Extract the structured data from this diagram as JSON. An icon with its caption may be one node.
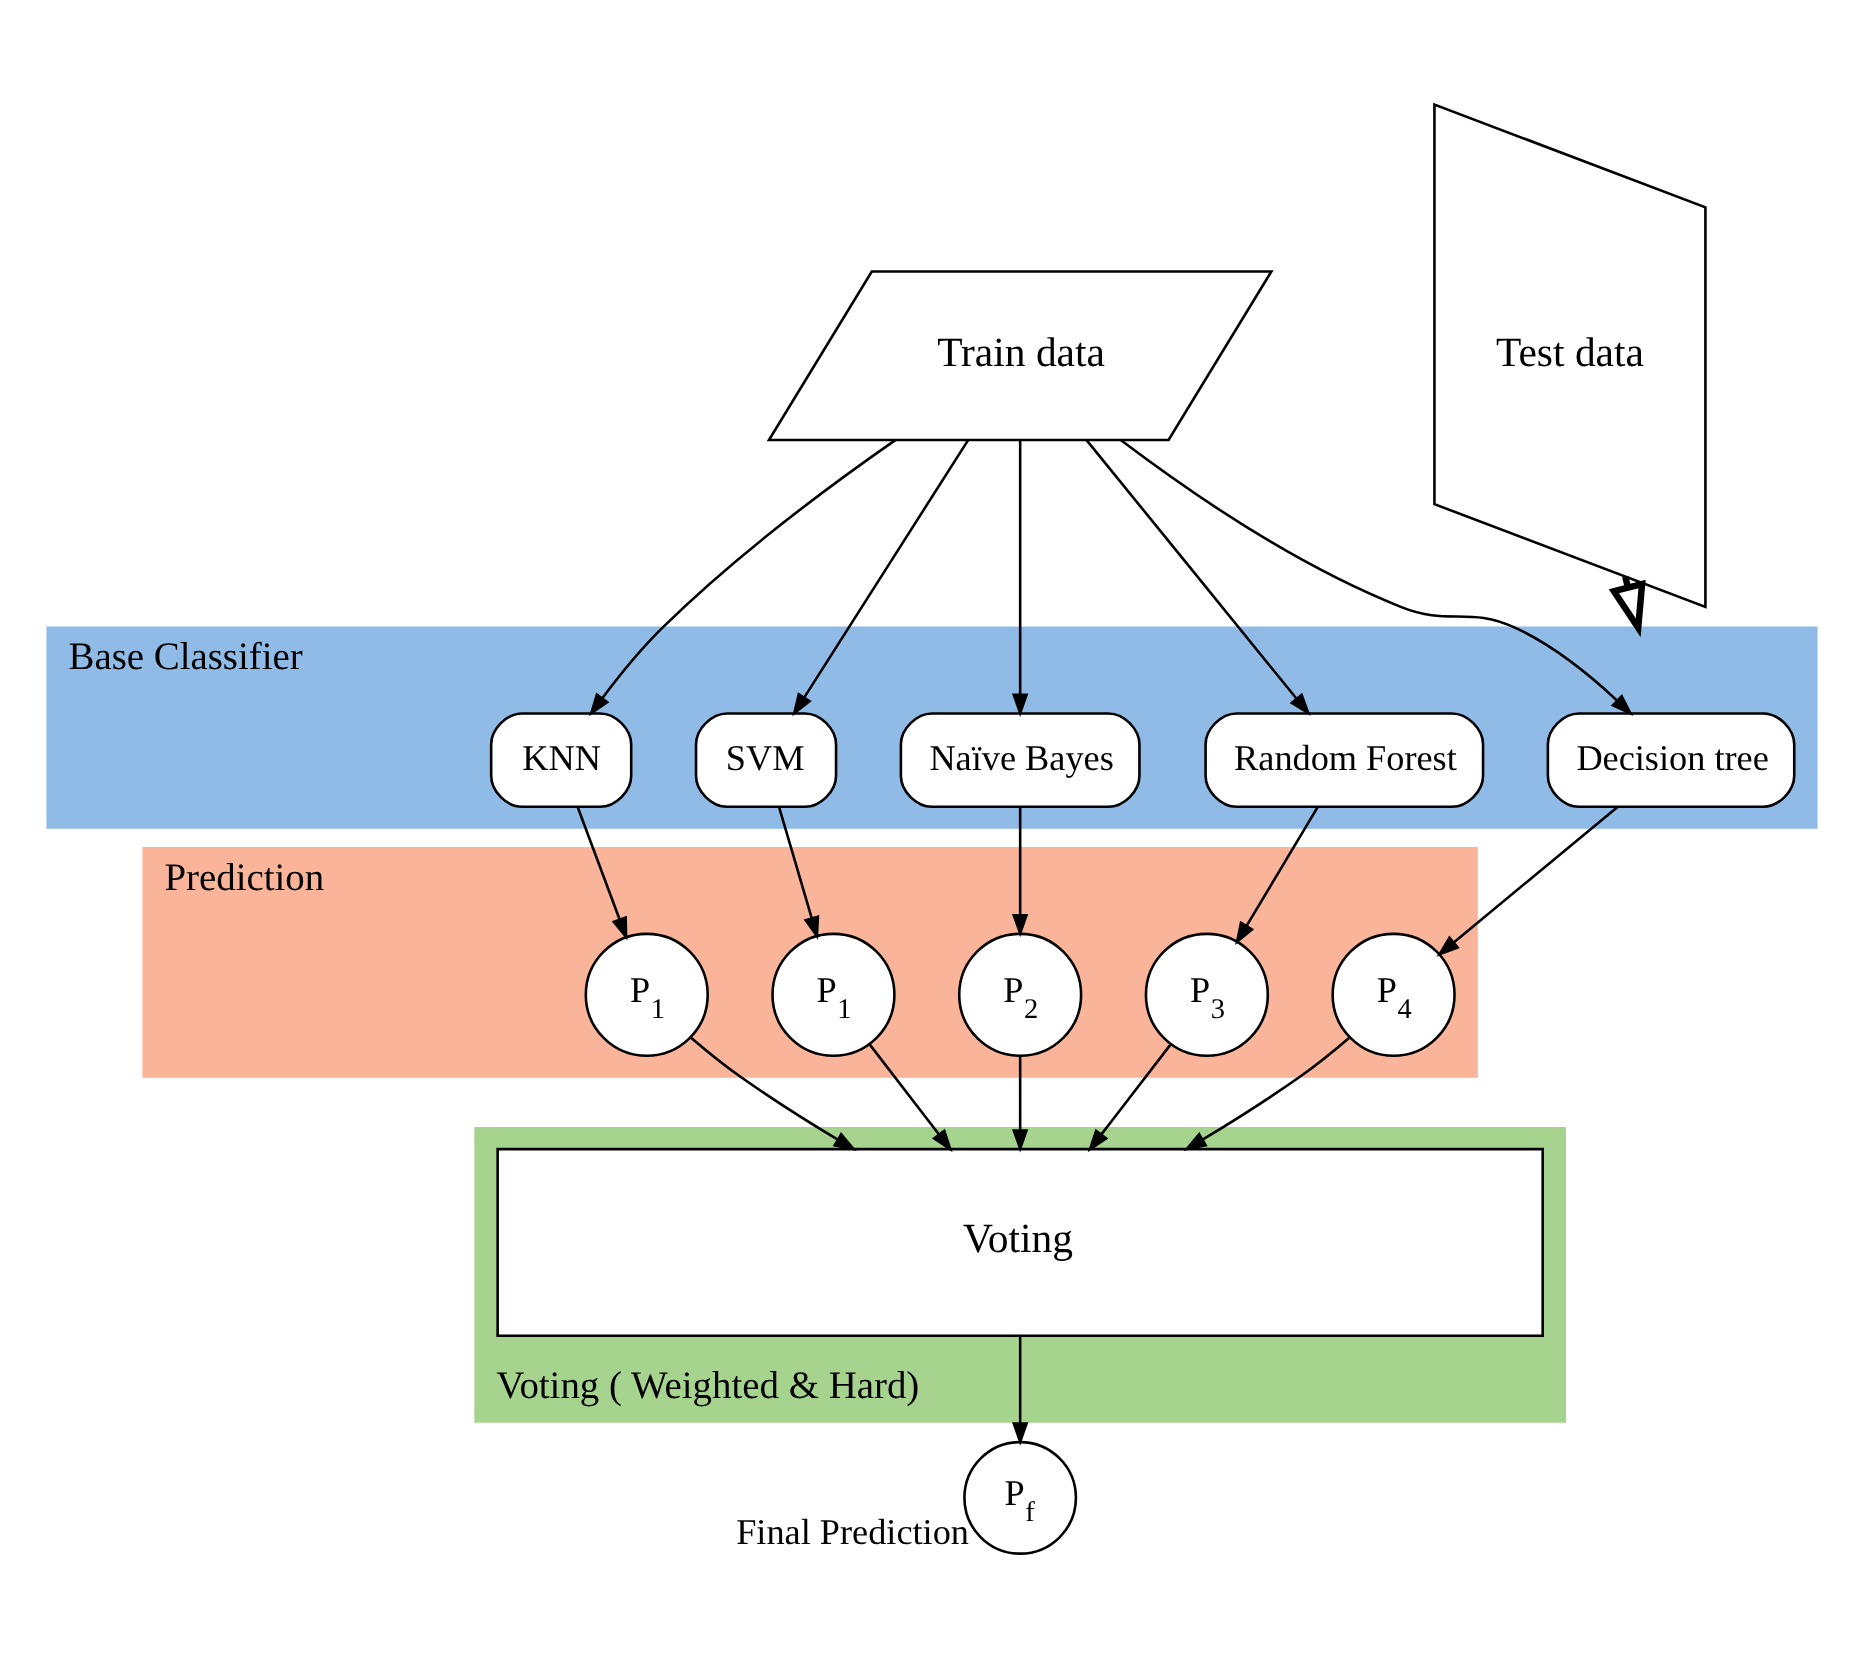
{
  "diagram": {
    "nodes": [
      {
        "text": [
          "Train data"
        ]
      },
      {
        "text": [
          "Base Classifier"
        ]
      },
      {
        "text": [
          "KNN"
        ],
        "in": 1
      },
      {
        "text": [
          "SVM"
        ],
        "in": 1
      },
      {
        "text": [
          "Naïve Bayes"
        ],
        "in": 1
      },
      {
        "text": [
          "Random Forest"
        ],
        "in": 1
      },
      {
        "text": [
          "Decision tree"
        ],
        "in": 1
      },
      {
        "text": [
          "Prediction"
        ]
      },
      {
        "text": [
          "P$_{1}$"
        ],
        "in": 7
      },
      {
        "text": [
          "P$_{1}$"
        ],
        "in": 7
      },
      {
        "text": [
          "P$_{2}$"
        ],
        "in": 7
      },
      {
        "text": [
          "P$_{3}$"
        ],
        "in": 7
      },
      {
        "text": [
          "P$_{4}$"
        ],
        "in": 7
      },
      {
        "text": [
          "Voting ( Weighted & Hard)"
        ]
      },
      {
        "text": [
          "Voting"
        ],
        "in": 13
      },
      {
        "text": [
          "Test data"
        ]
      },
      {
        "text": [
          "P$_{f}$"
        ],
        "beside": [
          "Final Prediction"
        ]
      }
    ],
    "edges": [
      {
        "from": 0,
        "to": 2,
        "arrow": "to"
      },
      {
        "from": 0,
        "to": 3,
        "arrow": "to"
      },
      {
        "from": 0,
        "to": 4,
        "arrow": "to"
      },
      {
        "from": 0,
        "to": 5,
        "arrow": "to"
      },
      {
        "from": 0,
        "to": 6,
        "arrow": "to"
      },
      {
        "from": 2,
        "to": 8,
        "arrow": "to"
      },
      {
        "from": 3,
        "to": 9,
        "arrow": "to"
      },
      {
        "from": 4,
        "to": 10,
        "arrow": "to"
      },
      {
        "from": 5,
        "to": 11,
        "arrow": "to"
      },
      {
        "from": 6,
        "to": 12,
        "arrow": "to"
      },
      {
        "from": 8,
        "to": 14,
        "arrow": "to"
      },
      {
        "from": 9,
        "to": 14,
        "arrow": "to"
      },
      {
        "from": 10,
        "to": 14,
        "arrow": "to"
      },
      {
        "from": 11,
        "to": 14,
        "arrow": "to"
      },
      {
        "from": 12,
        "to": 14,
        "arrow": "to"
      },
      {
        "from": 14,
        "to": 16,
        "arrow": "to"
      },
      {
        "from": 15,
        "to": 1,
        "arrow": "to",
        "style": "thick"
      }
    ]
  }
}
